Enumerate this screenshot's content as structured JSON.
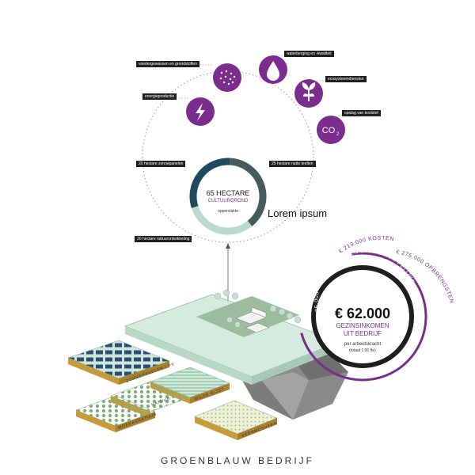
{
  "top_labels": {
    "voedergewassen": "voedergewassen en grondstoffen",
    "waterberging": "waterberging en -kwaliteit",
    "ecosysteem": "ecosysteemdiensten",
    "energie": "energieproductie",
    "opslag": "opslag van koolstof"
  },
  "co2_text": "CO2",
  "donut": {
    "segments": [
      {
        "label": "20 hectare zonnepanelen",
        "value": 20,
        "color": "#1f4a5e"
      },
      {
        "label": "25 hectare natte teelten",
        "value": 25,
        "color": "#465b5c"
      },
      {
        "label": "20 hectare natuurontwikkeling",
        "value": 20,
        "color": "#bcd9cd"
      }
    ],
    "title": "65 HECTARE",
    "subtitle": "CULTUURGROND",
    "caption": "oppervlakte"
  },
  "lorem": "Lorem ipsum",
  "income": {
    "amount": "€ 62.000",
    "line1": "GEZINSINKOMEN",
    "line2": "UIT BEDRIJF",
    "line3": "per arbeidskracht",
    "line4": "(totaal 1.00 fte)",
    "arc_inner": "€ 85.000 UIT SUBSIDIES EN MAATSCHAPPELIJKE DIENSTEN",
    "arc_outer_top": "€ 213.000 KOSTEN",
    "arc_outer_right": "€ 275.000 OPBRENGSTEN"
  },
  "plots": {
    "zon": "ZONNEPANELEN / PV",
    "riet": "WILDE RIJST",
    "natuur": "NATUUR",
    "voedsel": "VOEDSELBOS",
    "moer": "MOERASNATUUR",
    "veen": "VEENMOSVEEN"
  },
  "footer": "GROENBLAUW BEDRIJF",
  "colors": {
    "purple": "#7b2d8e",
    "dark": "#1e1e1e",
    "grass": "#d6ebdf"
  }
}
